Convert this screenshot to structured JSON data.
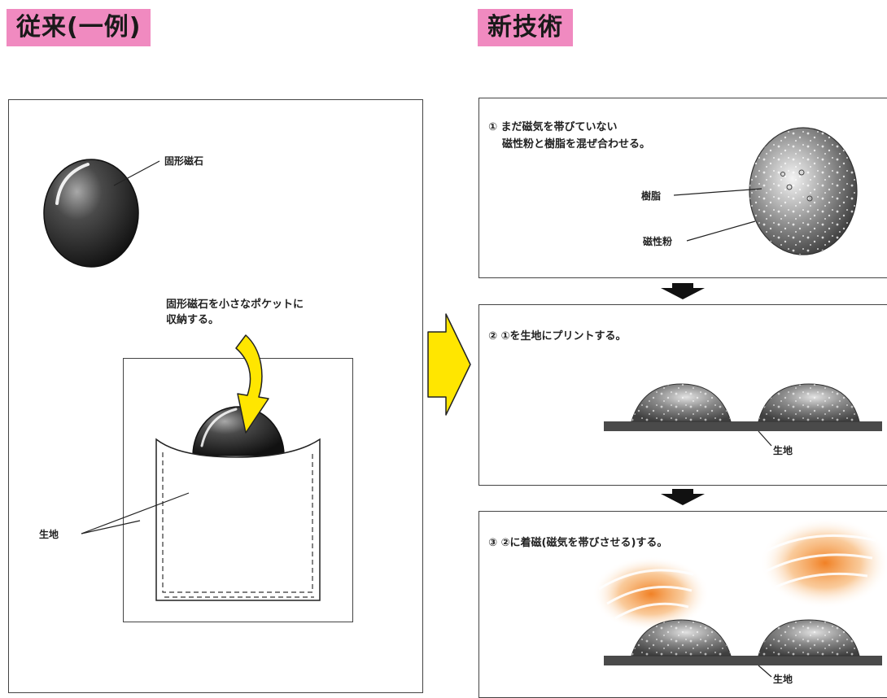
{
  "left": {
    "tag": "従来(一例)",
    "magnet_label": "固形磁石",
    "caption_line1": "固形磁石を小さなポケットに",
    "caption_line2": "収納する。",
    "fabric_label": "生地"
  },
  "right": {
    "tag": "新技術",
    "step1_line1": "① まだ磁気を帯びていない",
    "step1_line2": "磁性粉と樹脂を混ぜ合わせる。",
    "resin_label": "樹脂",
    "powder_label": "磁性粉",
    "step2_text": "② ①を生地にプリントする。",
    "fabric_label_2": "生地",
    "step3_text": "③ ②に着磁(磁気を帯びさせる)する。",
    "fabric_label_3": "生地"
  },
  "colors": {
    "tag_bg": "#f08ac0",
    "arrow_yellow": "#ffe600",
    "magnet_dark": "#2a2a2a",
    "field_orange": "#f07a1a"
  }
}
